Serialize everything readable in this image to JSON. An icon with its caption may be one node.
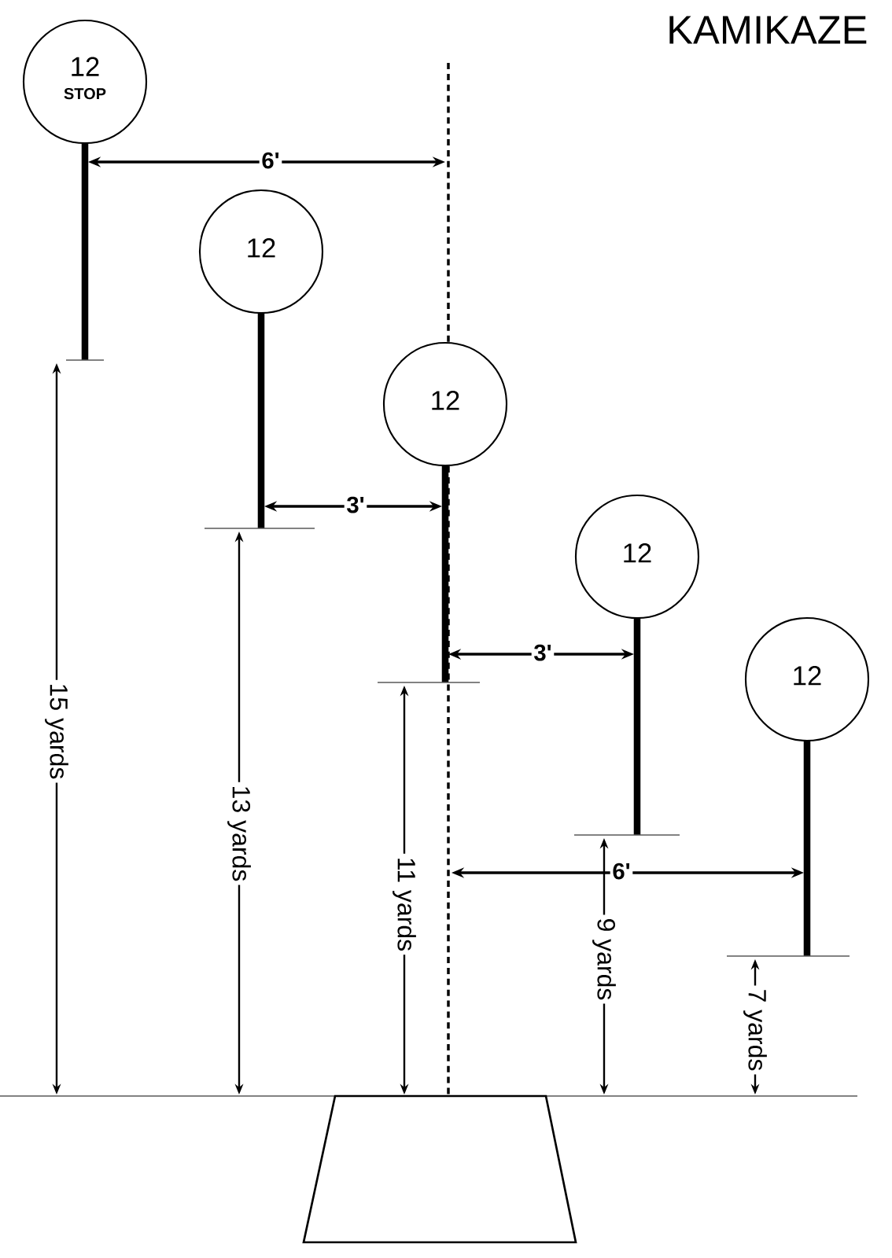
{
  "diagram": {
    "title": "KAMIKAZE",
    "nodes": [
      {
        "text": [
          "12",
          "STOP"
        ]
      },
      {
        "text": [
          "12"
        ]
      },
      {
        "text": [
          "12"
        ]
      },
      {
        "text": [
          "12"
        ]
      },
      {
        "text": [
          "12"
        ]
      }
    ],
    "labels": [
      "6'",
      "3'",
      "3'",
      "6'",
      "15 yards",
      "13 yards",
      "11 yards",
      "9 yards",
      "7 yards"
    ]
  }
}
